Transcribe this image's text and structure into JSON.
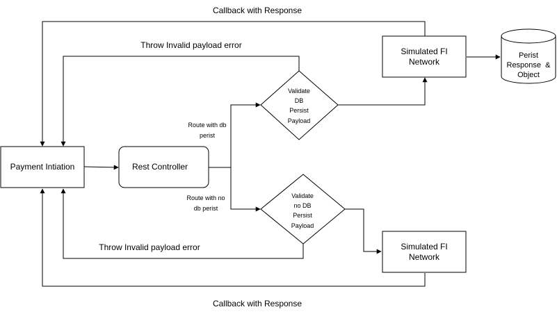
{
  "nodes": {
    "payment": {
      "label": "Payment Intiation"
    },
    "rest": {
      "label": "Rest Controller"
    },
    "validate_db": {
      "lines": [
        "Validate",
        "DB",
        "Persist",
        "Payload"
      ]
    },
    "validate_nodb": {
      "lines": [
        "Validate",
        "no DB",
        "Persist",
        "Payload"
      ]
    },
    "fi_top": {
      "lines": [
        "Simulated FI",
        "Network"
      ]
    },
    "fi_bottom": {
      "lines": [
        "Simulated FI",
        "Network"
      ]
    },
    "persist": {
      "lines": [
        "Perist",
        "Response  &",
        "Object"
      ]
    }
  },
  "edges": {
    "callback_top": "Callback with Response",
    "callback_bottom": "Callback with Response",
    "throw_top": "Throw Invalid payload error",
    "throw_bottom": "Throw Invalid payload error",
    "route_db": [
      "Route with db",
      "perist"
    ],
    "route_nodb": [
      "Route with no",
      "db perist"
    ]
  }
}
